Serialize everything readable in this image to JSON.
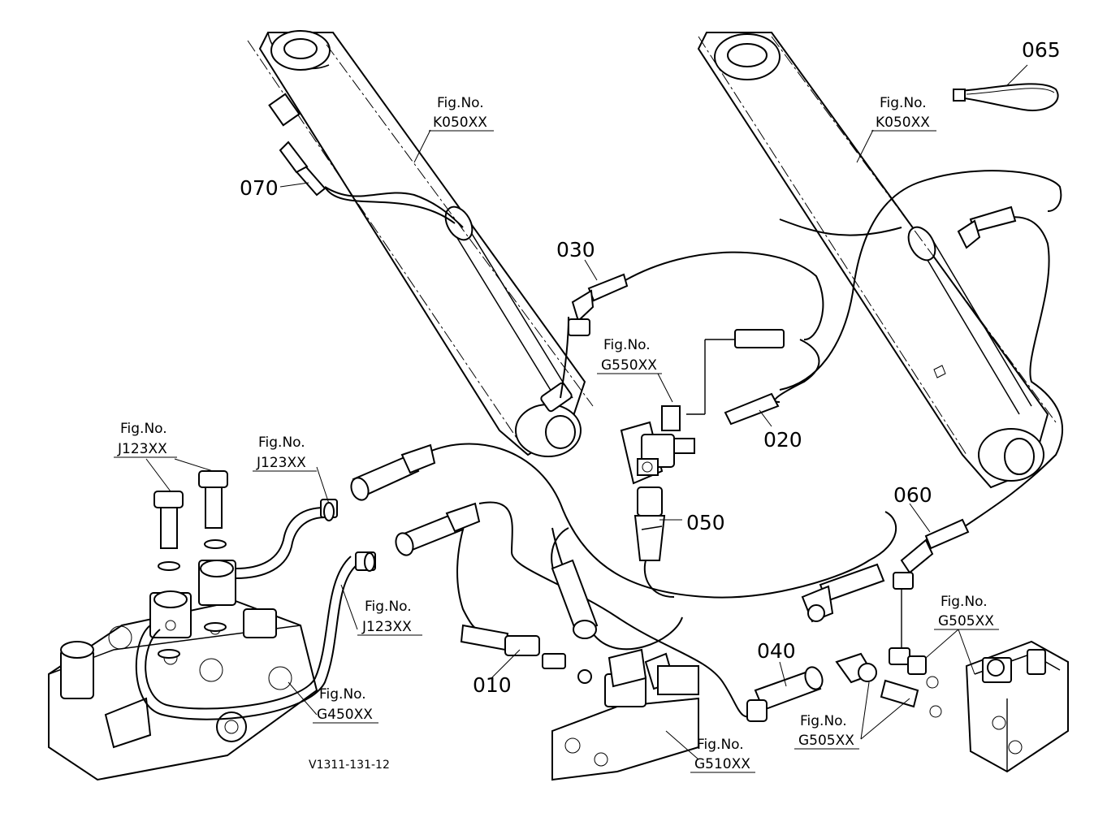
{
  "diagram": {
    "drawing_code": "V1311-131-12",
    "fig_caption": "Fig.No.",
    "part_numbers": {
      "p010": "010",
      "p020": "020",
      "p030": "030",
      "p040": "040",
      "p050": "050",
      "p060": "060",
      "p065": "065",
      "p070": "070"
    },
    "fig_refs": {
      "k050_left": "K050XX",
      "k050_right": "K050XX",
      "g550": "G550XX",
      "j123_a": "J123XX",
      "j123_b": "J123XX",
      "j123_c": "J123XX",
      "g450": "G450XX",
      "g510": "G510XX",
      "g505_a": "G505XX",
      "g505_b": "G505XX"
    }
  }
}
